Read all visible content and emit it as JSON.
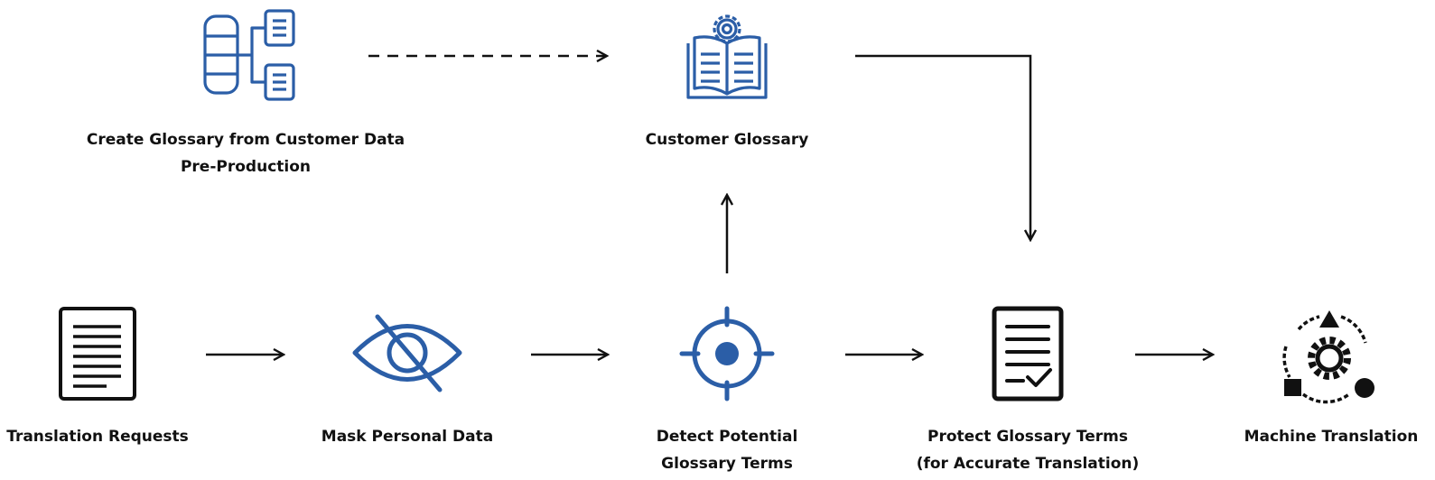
{
  "colors": {
    "accent": "#2b5ea7",
    "ink": "#111111",
    "background": "#ffffff"
  },
  "nodes": {
    "create_glossary": {
      "icon": "database-icon",
      "label_line1": "Create Glossary from Customer Data",
      "label_line2": "Pre-Production"
    },
    "customer_glossary": {
      "icon": "book-gear-icon",
      "label_line1": "Customer Glossary"
    },
    "translation_requests": {
      "icon": "document-icon",
      "label_line1": "Translation Requests"
    },
    "mask_personal_data": {
      "icon": "eye-slash-icon",
      "label_line1": "Mask Personal Data"
    },
    "detect_terms": {
      "icon": "crosshair-icon",
      "label_line1": "Detect Potential",
      "label_line2": "Glossary Terms"
    },
    "protect_terms": {
      "icon": "checklist-document-icon",
      "label_line1": "Protect Glossary Terms",
      "label_line2": "(for Accurate Translation)"
    },
    "machine_translation": {
      "icon": "gear-cycle-icon",
      "label_line1": "Machine Translation"
    }
  }
}
